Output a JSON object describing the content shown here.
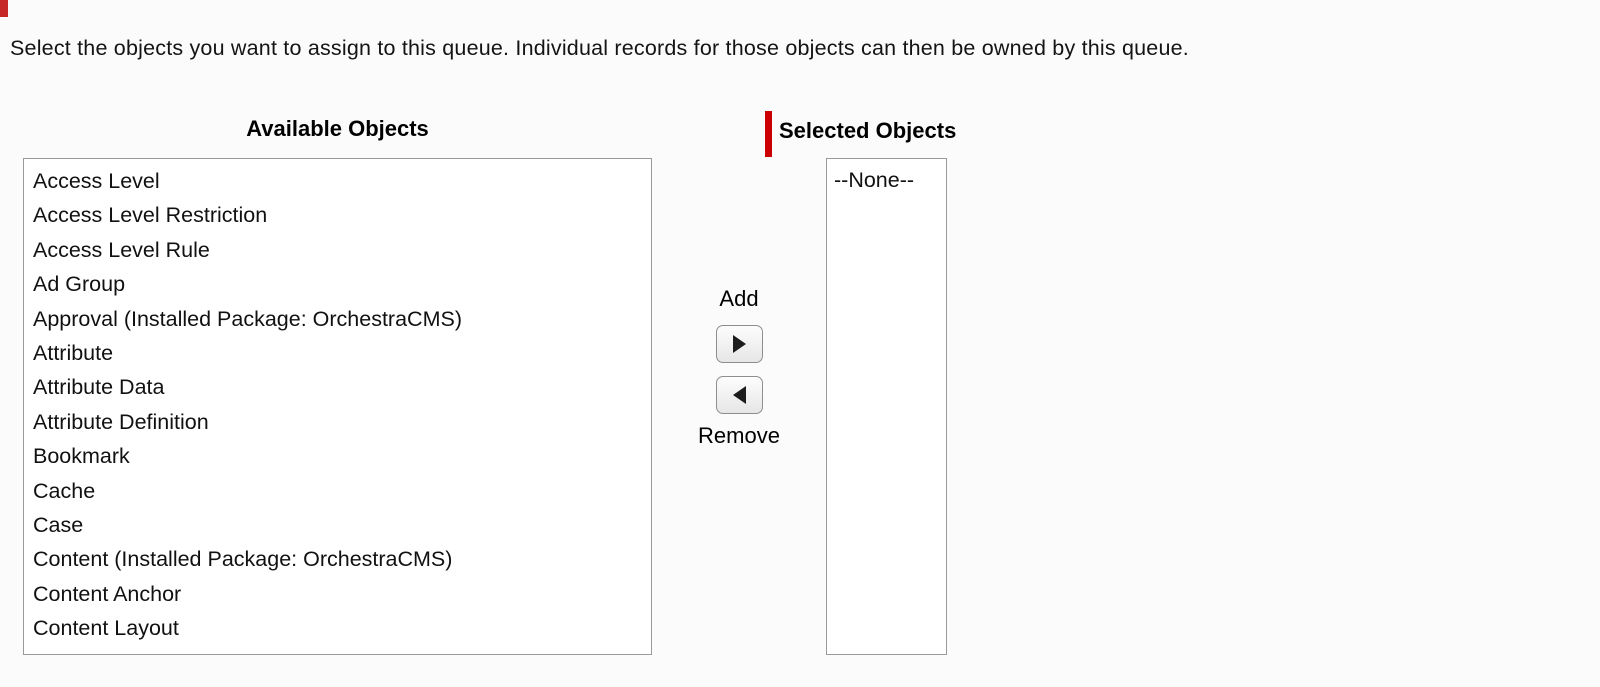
{
  "misc": {
    "red_fragment_color": "#c62828"
  },
  "intro": {
    "text": "Select the objects you want to assign to this queue. Individual records for those objects can then be owned by this queue."
  },
  "picker": {
    "available": {
      "header": "Available Objects",
      "items": [
        "Access Level",
        "Access Level Restriction",
        "Access Level Rule",
        "Ad Group",
        "Approval (Installed Package: OrchestraCMS)",
        "Attribute",
        "Attribute Data",
        "Attribute Definition",
        "Bookmark",
        "Cache",
        "Case",
        "Content (Installed Package: OrchestraCMS)",
        "Content Anchor",
        "Content Layout"
      ]
    },
    "selected": {
      "header": "Selected Objects",
      "placeholder": "--None--"
    },
    "controls": {
      "add_label": "Add",
      "remove_label": "Remove"
    }
  },
  "colors": {
    "required_bar": "#cc0000",
    "listbox_border": "#9a9a9a"
  }
}
